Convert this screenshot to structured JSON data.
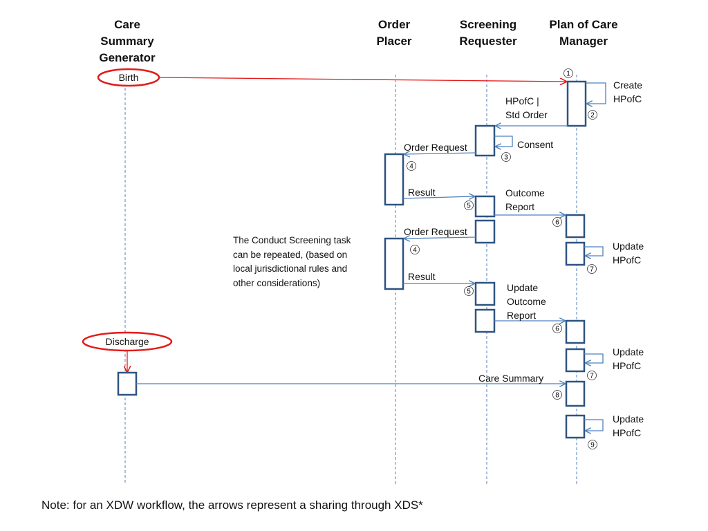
{
  "lifelines": {
    "care_summary_generator": "Care\nSummary\nGenerator",
    "order_placer": "Order\nPlacer",
    "screening_requester": "Screening\nRequester",
    "plan_of_care_manager": "Plan of Care\nManager"
  },
  "events": {
    "birth": "Birth",
    "discharge": "Discharge"
  },
  "messages": {
    "create_hpofc": "Create\nHPofC",
    "hpofc_std_order": "HPofC |\nStd Order",
    "consent": "Consent",
    "order_request_1": "Order Request",
    "result_1": "Result",
    "outcome_report": "Outcome\nReport",
    "order_request_2": "Order Request",
    "update_hpofc_1": "Update\nHPofC",
    "result_2": "Result",
    "update_outcome_report": "Update\nOutcome\nReport",
    "update_hpofc_2": "Update\nHPofC",
    "care_summary": "Care Summary",
    "update_hpofc_3": "Update\nHPofC"
  },
  "steps": {
    "s1": "1",
    "s2": "2",
    "s3": "3",
    "s4a": "4",
    "s5a": "5",
    "s6a": "6",
    "s4b": "4",
    "s7a": "7",
    "s5b": "5",
    "s6b": "6",
    "s7b": "7",
    "s8": "8",
    "s9": "9"
  },
  "annotation": "The Conduct Screening task\ncan be repeated, (based on\nlocal jurisdictional rules and\nother considerations)",
  "footer": "Note: for an XDW workflow, the arrows represent a sharing through XDS*",
  "colors": {
    "activation_box": "#2e5381",
    "lifeline": "#4f81bd",
    "message_arrow": "#4f81bd",
    "event_red": "#e31b1b"
  }
}
